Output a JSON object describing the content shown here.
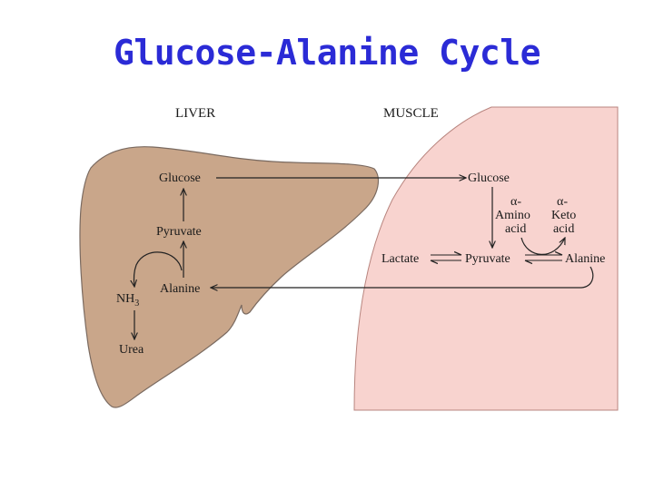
{
  "title": "Glucose-Alanine Cycle",
  "colors": {
    "title": "#2b2bd6",
    "liver_fill": "#c9a68a",
    "muscle_fill": "#f8d3cf",
    "outline": "#7a6a60"
  },
  "regions": {
    "liver": "LIVER",
    "muscle": "MUSCLE"
  },
  "liver_nodes": {
    "glucose": "Glucose",
    "pyruvate": "Pyruvate",
    "alanine": "Alanine",
    "nh3_base": "NH",
    "nh3_sub": "3",
    "urea": "Urea"
  },
  "muscle_nodes": {
    "glucose": "Glucose",
    "lactate": "Lactate",
    "pyruvate": "Pyruvate",
    "alanine": "Alanine",
    "amino_acid_line1": "α-",
    "amino_acid_line2": "Amino",
    "amino_acid_line3": "acid",
    "keto_acid_line1": "α-",
    "keto_acid_line2": "Keto",
    "keto_acid_line3": "acid"
  }
}
